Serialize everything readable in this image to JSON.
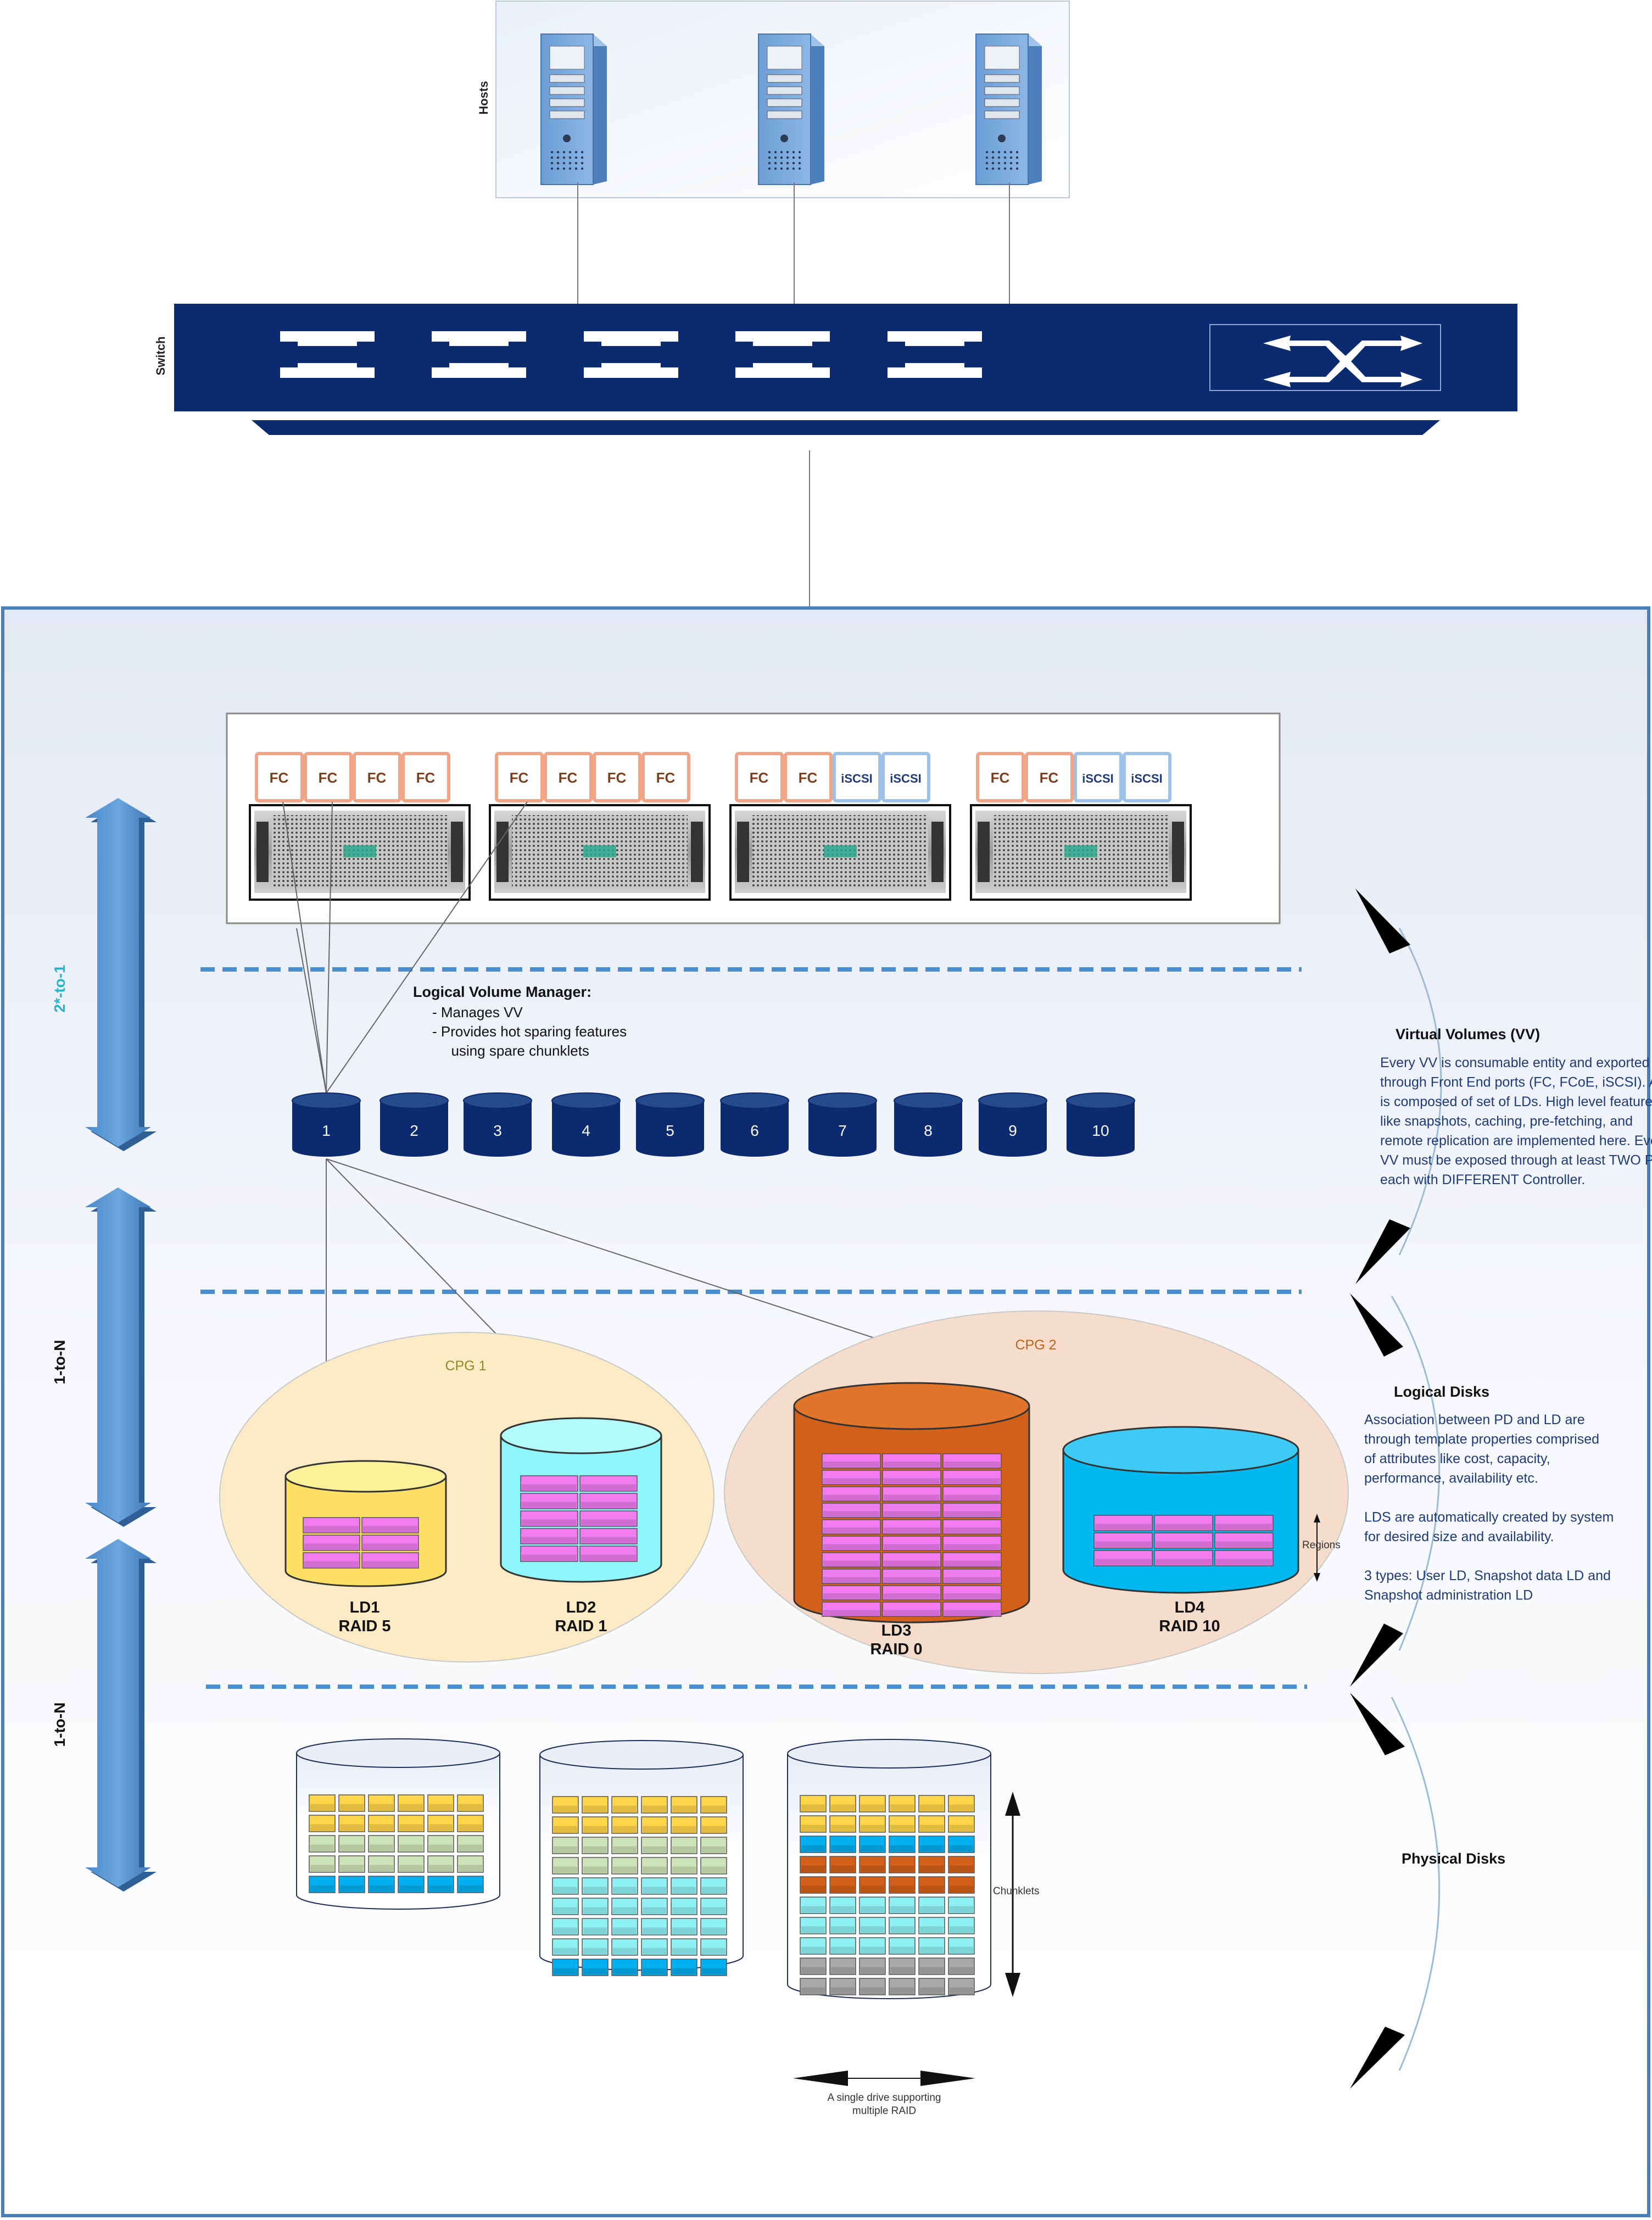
{
  "hosts": {
    "label": "Hosts",
    "servers": [
      "server",
      "server",
      "server"
    ]
  },
  "switch": {
    "label": "Switch"
  },
  "controllers": [
    {
      "ports": [
        "FC",
        "FC",
        "FC",
        "FC"
      ]
    },
    {
      "ports": [
        "FC",
        "FC",
        "FC",
        "FC"
      ]
    },
    {
      "ports": [
        "FC",
        "FC",
        "iSCSI",
        "iSCSI"
      ]
    },
    {
      "ports": [
        "FC",
        "FC",
        "iSCSI",
        "iSCSI"
      ]
    }
  ],
  "relations": {
    "first": "2*-to-1",
    "second": "1-to-N",
    "third": "1-to-N"
  },
  "lvm": {
    "title": "Logical Volume Manager:",
    "lines": [
      "- Manages VV",
      "- Provides hot sparing features",
      "  using spare chunklets"
    ]
  },
  "volumes": [
    "1",
    "2",
    "3",
    "4",
    "5",
    "6",
    "7",
    "8",
    "9",
    "10"
  ],
  "cpgs": [
    {
      "name": "CPG 1"
    },
    {
      "name": "CPG 2"
    }
  ],
  "logical_disks": [
    {
      "name": "LD1",
      "raid": "RAID 5",
      "color": "#ffe066"
    },
    {
      "name": "LD2",
      "raid": "RAID 1",
      "color": "#8ff7fb"
    },
    {
      "name": "LD3",
      "raid": "RAID 0",
      "color": "#d2601a"
    },
    {
      "name": "LD4",
      "raid": "RAID 10",
      "color": "#00b8f0"
    }
  ],
  "virtual_volumes_note": {
    "title": "Virtual Volumes (VV)",
    "lines": [
      "Every VV is consumable entity and exported",
      "through Front End ports (FC, FCoE, iSCSI). A VV",
      "is composed of set of LDs. High level features",
      "like snapshots, caching, pre-fetching, and",
      "remote replication  are implemented here. Every",
      "VV must be exposed through at least TWO PORT,",
      "each with DIFFERENT Controller."
    ]
  },
  "logical_disks_note": {
    "title": "Logical Disks",
    "lines": [
      "Association between PD and LD are",
      "through template properties comprised",
      "of attributes like cost, capacity,",
      "performance, availability etc.",
      "",
      "LDS are automatically created by system",
      "for desired size and availability.",
      "",
      "3 types:  User LD, Snapshot data LD and",
      "Snapshot administration LD"
    ]
  },
  "physical_disks_note": {
    "title": "Physical Disks"
  },
  "regions_label": "Regions",
  "chunklets_label": "Chunklets",
  "single_drive_label": [
    "A single drive supporting",
    "multiple RAID"
  ],
  "colors": {
    "navy": "#0b2a6f",
    "arrow_blue": "#5b9bd5",
    "region_pink": "#f07cf0",
    "cpg1_fill": "#fdebc6",
    "cpg2_fill": "#f6dccb",
    "dashed": "#4a8ed0"
  }
}
